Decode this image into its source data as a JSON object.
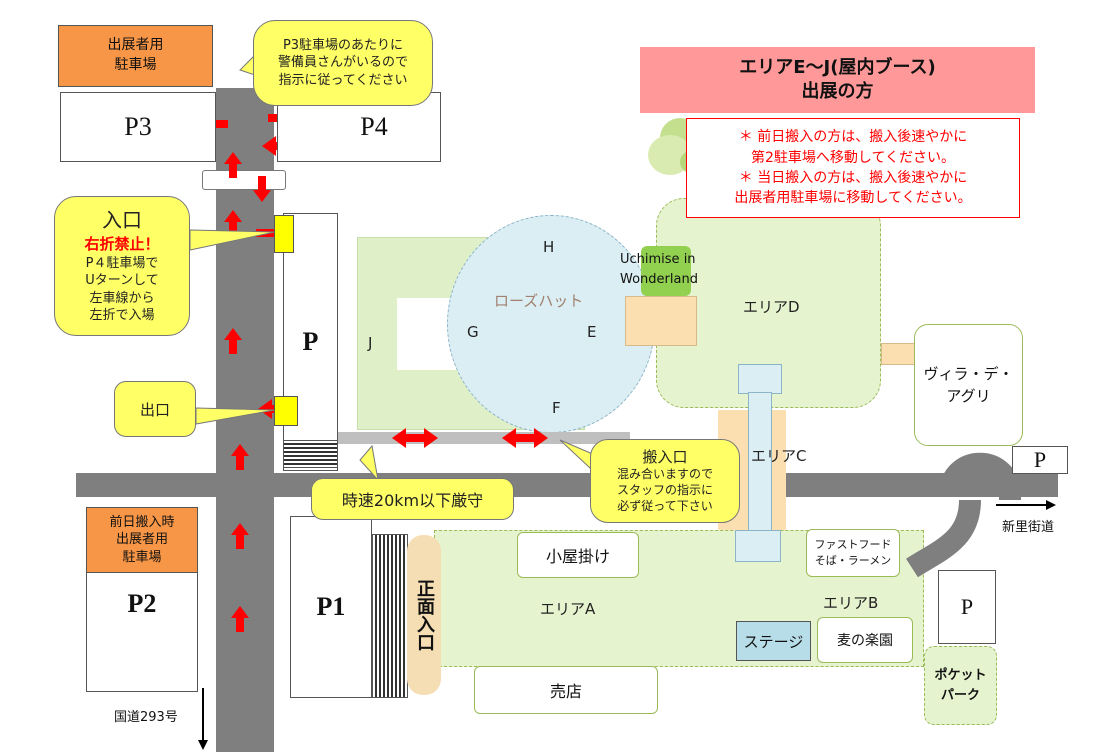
{
  "lots": {
    "exhibitor_top": [
      "出展者用",
      "駐車場"
    ],
    "p3": "P3",
    "p4": "P4",
    "p": "P",
    "p1": "P1",
    "p2_header": [
      "前日搬入時",
      "出展者用",
      "駐車場"
    ],
    "p2": "P2",
    "p_right_top": "P",
    "p_right_bottom": "P"
  },
  "callouts": {
    "guard": [
      "P3駐車場のあたりに",
      "警備員さんがいるので",
      "指示に従ってください"
    ],
    "entrance_title": "入口",
    "entrance_warn": "右折禁止！",
    "entrance_lines": [
      "P４駐車場で",
      "Uターンして",
      "左車線から",
      "左折で入場"
    ],
    "exit": "出口",
    "speed": "時速20km以下厳守",
    "loading_title": "搬入口",
    "loading_lines": [
      "混み合いますので",
      "スタッフの指示に",
      "必ず従って下さい"
    ]
  },
  "notice": {
    "title_line1": "エリアE～J(屋内ブース)",
    "title_line2": "出展の方",
    "lines": [
      "＊ 前日搬入の方は、搬入後速やかに",
      "第2駐車場へ移動してください。",
      "＊ 当日搬入の方は、搬入後速やかに",
      "出展者用駐車場に移動してください。"
    ]
  },
  "areas": {
    "rose_hut": "ローズハット",
    "h": "H",
    "g": "G",
    "e": "E",
    "f": "F",
    "j": "J",
    "uchimise": [
      "Uchimise in",
      "Wonderland"
    ],
    "area_d": "エリアD",
    "area_c": "エリアC",
    "area_a": "エリアA",
    "area_b": "エリアB",
    "villa": [
      "ヴィラ・デ・",
      "アグリ"
    ],
    "koyagake": "小屋掛け",
    "fastfood": [
      "ファストフード",
      "そば・ラーメン"
    ],
    "stage": "ステージ",
    "mugi": "麦の楽園",
    "baiten": "売店",
    "pocket": [
      "ポケット",
      "パーク"
    ],
    "main_entrance": "正面入口"
  },
  "roads": {
    "route293": "国道293号",
    "shinsato": "新里街道"
  },
  "colors": {
    "arrow": "#ff0000",
    "notice_bg": "#ff9999",
    "notice_text": "#ff0000",
    "orange": "#f79646",
    "yellow": "#ffff66",
    "road": "#7f7f7f",
    "water": "#dbeef3"
  }
}
